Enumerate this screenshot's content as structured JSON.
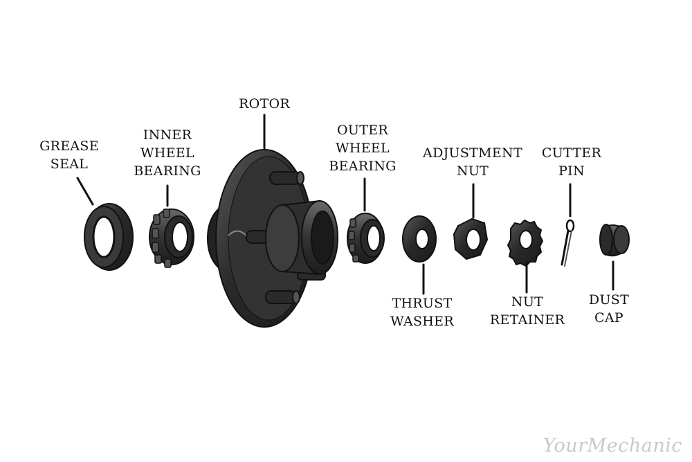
{
  "labels": {
    "grease_seal": [
      "GREASE",
      "SEAL"
    ],
    "inner_wheel_bearing": [
      "INNER",
      "WHEEL",
      "BEARING"
    ],
    "rotor": [
      "ROTOR"
    ],
    "outer_wheel_bearing": [
      "OUTER",
      "WHEEL",
      "BEARING"
    ],
    "adjustment_nut": [
      "ADJUSTMENT",
      "NUT"
    ],
    "cotter_pin": [
      "CUTTER",
      "PIN"
    ],
    "thrust_washer": [
      "THRUST",
      "WASHER"
    ],
    "nut_retainer": [
      "NUT",
      "RETAINER"
    ],
    "dust_cap": [
      "DUST",
      "CAP"
    ]
  },
  "watermark": "YourMechanic",
  "colors": {
    "part_dark": "#2b2b2b",
    "part_mid": "#4a4a4a",
    "highlight": "#8a8a8a",
    "text": "#111111",
    "watermark": "#c9c9c9"
  }
}
